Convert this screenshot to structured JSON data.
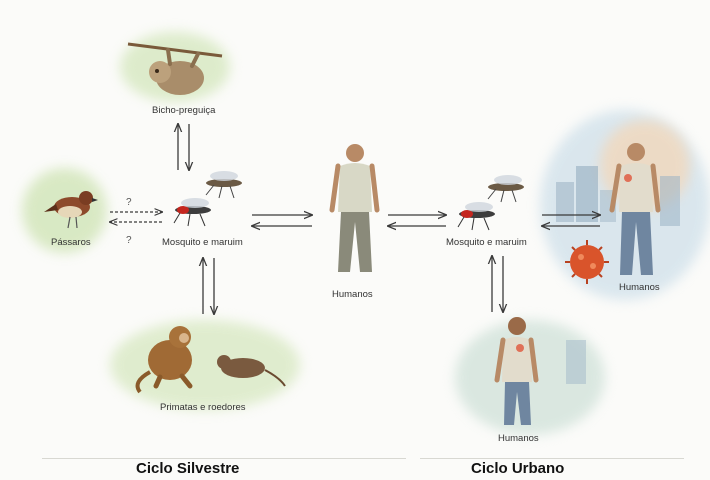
{
  "nodes": {
    "sloth": "Bicho-preguiça",
    "birds": "Pássaros",
    "mosquito_sylvatic": "Mosquito e maruim",
    "humans_center": "Humanos",
    "mosquito_urban": "Mosquito e maruim",
    "humans_urban_right": "Humanos",
    "humans_urban_bottom": "Humanos",
    "primates_rodents": "Primatas e roedores"
  },
  "uncertain_mark": "?",
  "cycles": {
    "sylvatic": "Ciclo Silvestre",
    "urban": "Ciclo Urbano"
  },
  "colors": {
    "arrow": "#3a3a3a",
    "foliage": "#cfe3b8",
    "urban_bg": "#c9dbe6",
    "virus": "#d9542b"
  }
}
